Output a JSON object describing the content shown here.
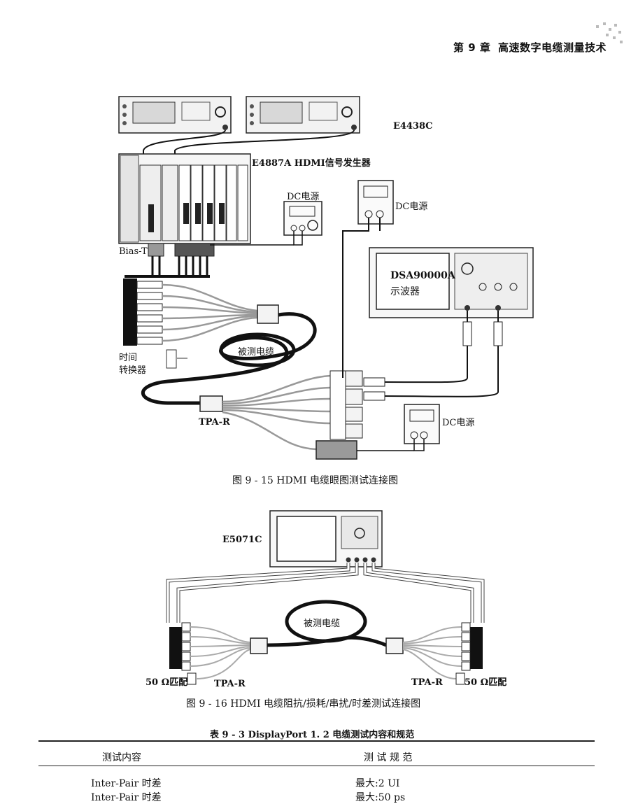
{
  "header": {
    "chapter": "第 9 章",
    "title": "高速数字电缆测量技术"
  },
  "figure1": {
    "caption": "图 9 - 15   HDMI 电缆眼图测试连接图",
    "labels": {
      "e4438c": "E4438C",
      "e4887a": "E4887A HDMI信号发生器",
      "dc_power_1": "DC电源",
      "dc_power_2": "DC电源",
      "dc_power_3": "DC电源",
      "bias_t": "Bias-T",
      "dsa_name": "DSA90000A",
      "dsa_type": "示波器",
      "time_converter_1": "时间",
      "time_converter_2": "转换器",
      "cable_under_test": "被测电缆",
      "tpa_r": "TPA-R"
    }
  },
  "figure2": {
    "caption": "图 9 - 16   HDMI 电缆阻抗/损耗/串扰/时差测试连接图",
    "labels": {
      "e5071c": "E5071C",
      "cable_under_test": "被测电缆",
      "match_left": "50 Ω匹配",
      "tpa_r_left": "TPA-R",
      "tpa_r_right": "TPA-R",
      "match_right": "50 Ω匹配"
    }
  },
  "table": {
    "title": "表 9 - 3   DisplayPort 1. 2 电缆测试内容和规范",
    "headers": [
      "测试内容",
      "测 试 规 范"
    ],
    "rows": [
      [
        "Inter-Pair 时差",
        "最大:2 UI"
      ],
      [
        "Inter-Pair 时差",
        "最大:50 ps"
      ]
    ]
  }
}
